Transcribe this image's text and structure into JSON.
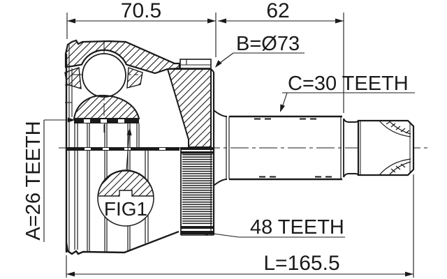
{
  "drawing": {
    "figure_label": "FIG1",
    "colors": {
      "line": "#1a1a1a",
      "background": "#ffffff"
    },
    "dimensions": {
      "housing_width": "70.5",
      "spline_span": "62",
      "outer_diameter": "B=Ø73",
      "shaft_spline_teeth": "C=30 TEETH",
      "inner_spline_teeth": "A=26 TEETH",
      "abs_ring_teeth": "48 TEETH",
      "overall_length": "L=165.5"
    }
  }
}
